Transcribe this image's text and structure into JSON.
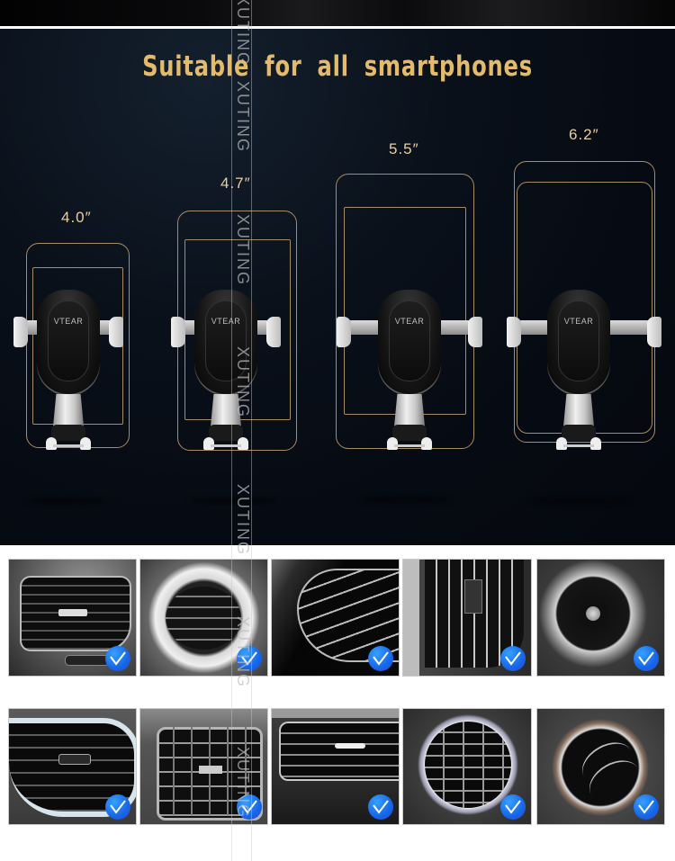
{
  "banner": {
    "title": "Suitable for all smartphones",
    "title_color": "#e3bb6a",
    "accent_line_color": "#a88d62",
    "background_color": "#060a12"
  },
  "phone_sizes": [
    {
      "label": "4.0″",
      "brand": "VTEAR"
    },
    {
      "label": "4.7″",
      "brand": "VTEAR"
    },
    {
      "label": "5.5″",
      "brand": "VTEAR"
    },
    {
      "label": "6.2″",
      "brand": "VTEAR"
    }
  ],
  "watermark": {
    "text": "XUTING"
  },
  "vent_gallery": {
    "badge_icon": "check-icon",
    "badge_color": "#1e78f0",
    "rows": [
      [
        {
          "type": "rectangular-horizontal-vent"
        },
        {
          "type": "round-ring-vent"
        },
        {
          "type": "curved-horizontal-vent"
        },
        {
          "type": "vertical-slat-vent"
        },
        {
          "type": "round-spoke-vent"
        }
      ],
      [
        {
          "type": "curved-chrome-trim-vent"
        },
        {
          "type": "grid-vent"
        },
        {
          "type": "wide-horizontal-vent"
        },
        {
          "type": "round-grid-vent"
        },
        {
          "type": "round-louver-vent"
        }
      ]
    ]
  }
}
